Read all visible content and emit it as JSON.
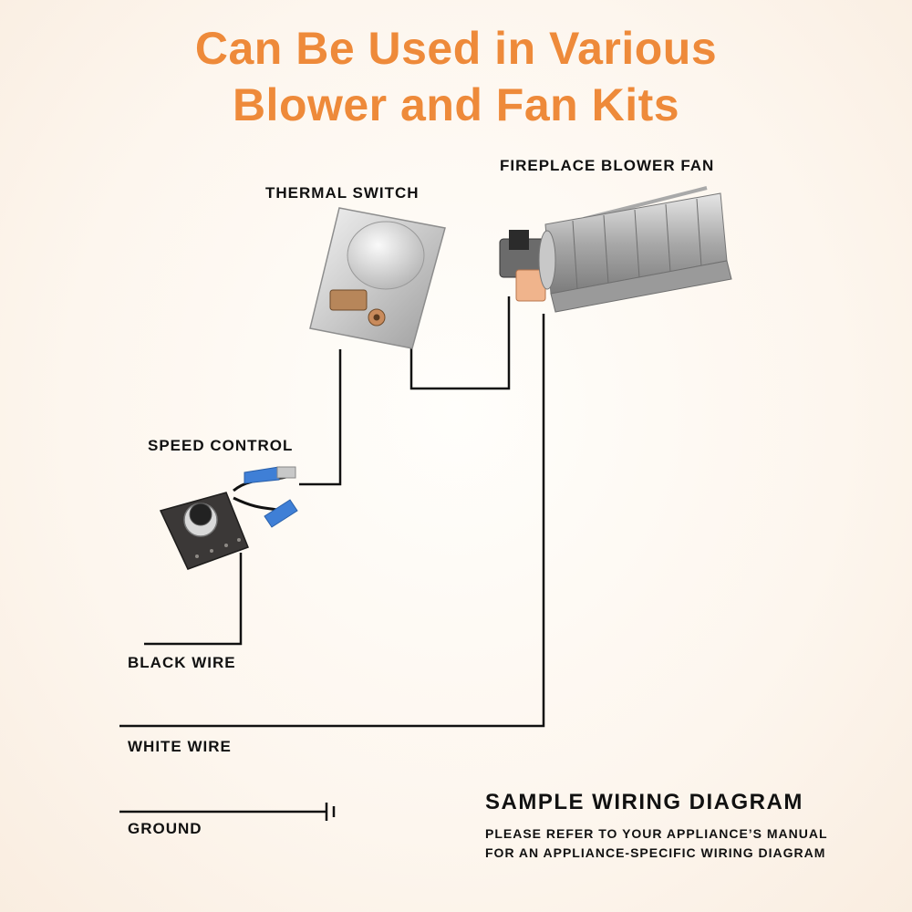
{
  "title": {
    "line1": "Can Be Used in Various",
    "line2": "Blower and Fan Kits"
  },
  "components": {
    "thermal_switch": "THERMAL SWITCH",
    "blower_fan": "FIREPLACE BLOWER FAN",
    "speed_control": "SPEED CONTROL"
  },
  "wires": {
    "black": "BLACK WIRE",
    "white": "WHITE WIRE",
    "ground": "GROUND"
  },
  "note": {
    "heading": "SAMPLE WIRING DIAGRAM",
    "line1": "PLEASE REFER TO YOUR APPLIANCE’S MANUAL",
    "line2": "FOR AN APPLIANCE-SPECIFIC WIRING DIAGRAM"
  },
  "colors": {
    "title": "#ee8a3a",
    "wire": "#111111",
    "connector": "#3f7fd6"
  }
}
